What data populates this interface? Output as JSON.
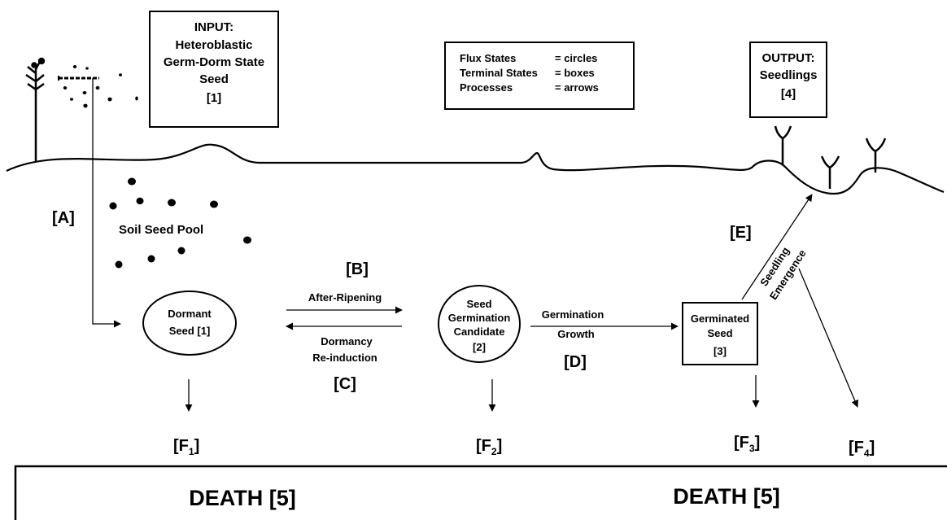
{
  "input_box": {
    "line1": "INPUT:",
    "line2": "Heteroblastic",
    "line3": "Germ-Dorm State",
    "line4": "Seed",
    "line5": "[1]"
  },
  "legend": {
    "rows": [
      {
        "term": "Flux States",
        "value": "= circles"
      },
      {
        "term": "Terminal States",
        "value": "= boxes"
      },
      {
        "term": "Processes",
        "value": "= arrows"
      }
    ]
  },
  "output_box": {
    "line1": "OUTPUT:",
    "line2": "Seedlings",
    "line3": "[4]"
  },
  "soil": {
    "label": "Soil Seed Pool"
  },
  "pathways": {
    "A": "[A]",
    "B": {
      "tag": "[B]",
      "label": "After-Ripening"
    },
    "C": {
      "tag": "[C]",
      "line1": "Dormancy",
      "line2": "Re-induction"
    },
    "D": {
      "tag": "[D]",
      "line1": "Germination",
      "line2": "Growth"
    },
    "E": {
      "tag": "[E]",
      "line1": "Seedling",
      "line2": "Emergence"
    }
  },
  "states": {
    "dormant": {
      "line1": "Dormant",
      "line2": "Seed [1]"
    },
    "candidate": {
      "line1": "Seed",
      "line2": "Germination",
      "line3": "Candidate",
      "line4": "[2]"
    },
    "germinated": {
      "line1": "Germinated",
      "line2": "Seed",
      "line3": "[3]"
    }
  },
  "fates": {
    "F1": {
      "pre": "[F",
      "sub": "1",
      "post": "]"
    },
    "F2": {
      "pre": "[F",
      "sub": "2",
      "post": "]"
    },
    "F3": {
      "pre": "[F",
      "sub": "3",
      "post": "]"
    },
    "F4": {
      "pre": "[F",
      "sub": "4",
      "post": "]"
    }
  },
  "death": {
    "left": "DEATH [5]",
    "right": "DEATH [5]"
  }
}
